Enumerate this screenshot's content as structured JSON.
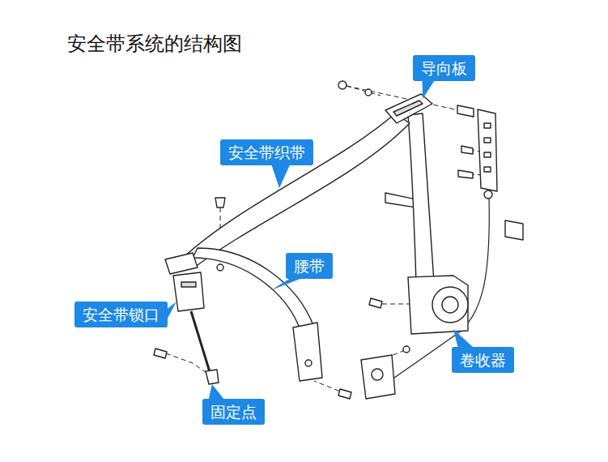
{
  "diagram": {
    "title": "安全带系统的结构图",
    "nodes": [
      {
        "text": [
          "导向板"
        ]
      },
      {
        "text": [
          "安全带织带"
        ]
      },
      {
        "text": [
          "腰带"
        ]
      },
      {
        "text": [
          "安全带锁口"
        ]
      },
      {
        "text": [
          "卷收器"
        ]
      },
      {
        "text": [
          "固定点"
        ]
      }
    ]
  }
}
